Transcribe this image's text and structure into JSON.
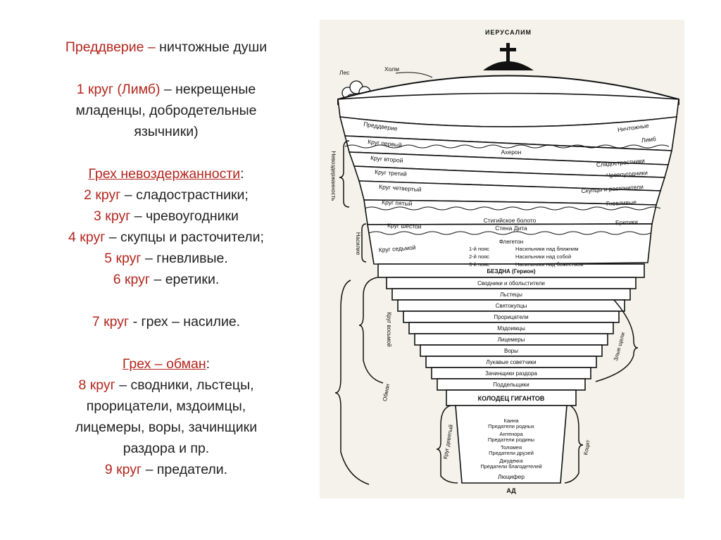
{
  "left_text": {
    "predverie": {
      "label": "Преддверие –",
      "desc": " ничтожные души"
    },
    "circle1": {
      "label": "1 круг (Лимб)",
      "desc_1": " – некрещеные",
      "desc_2": "младенцы, добродетельные",
      "desc_3": "язычники)"
    },
    "incontinence": {
      "title": "Грех невоздержанности",
      "colon": ":"
    },
    "circle2": {
      "label": "2 круг",
      "desc": " – сладострастники;"
    },
    "circle3": {
      "label": "3 круг",
      "desc": " – чревоугодники"
    },
    "circle4": {
      "label": "4 круг",
      "desc": " – скупцы и расточители;"
    },
    "circle5": {
      "label": "5 круг",
      "desc": " – гневливые."
    },
    "circle6": {
      "label": "6 круг",
      "desc": " – еретики."
    },
    "circle7": {
      "label": "7 круг",
      "desc": " - грех – насилие."
    },
    "fraud": {
      "title": "Грех – обман",
      "colon": ":"
    },
    "circle8": {
      "label": "8 круг",
      "desc_1": " – сводники, льстецы,",
      "desc_2": "прорицатели, мздоимцы,",
      "desc_3": "лицемеры, воры, зачинщики",
      "desc_4": "раздора и пр."
    },
    "circle9": {
      "label": "9 круг",
      "desc": " – предатели."
    }
  },
  "diagram": {
    "top": {
      "jerusalem": "ИЕРУСАЛИМ",
      "hill": "Холм",
      "forest": "Лес",
      "bottom": "АД"
    },
    "circles": [
      {
        "left": "Преддверие",
        "right": "Ничтожные"
      },
      {
        "left": "Круг первый",
        "right": "Лимб"
      },
      {
        "left": "Круг второй",
        "right": "Сладострастники"
      },
      {
        "left": "Круг третий",
        "right": "Чревоугодники"
      },
      {
        "left": "Круг четвертый",
        "right": "Скупцы и расточители"
      },
      {
        "left": "Круг пятый",
        "right": "Гневливые"
      },
      {
        "left": "Круг шестой",
        "right": "Еретики"
      }
    ],
    "rivers": {
      "acheron": "Ахерон",
      "styx": "Стигийское болото",
      "dis": "Стена Дита"
    },
    "seventh": {
      "label": "Круг седьмой",
      "phlegethon": "Флегетон",
      "belts": [
        {
          "name": "1-й пояс",
          "desc": "Насильники над ближним"
        },
        {
          "name": "2-й пояс",
          "desc": "Насильники над собой"
        },
        {
          "name": "3-й пояс",
          "desc": "Насильники над божеством"
        }
      ]
    },
    "abyss": "БЕЗДНА (Герион)",
    "bolgias": [
      "Сводники и обольстители",
      "Льстецы",
      "Святокупцы",
      "Прорицатели",
      "Мздоимцы",
      "Лицемеры",
      "Воры",
      "Лукавые советчики",
      "Зачинщики раздора",
      "Поддельщики"
    ],
    "well": "КОЛОДЕЦ ГИГАНТОВ",
    "ninth": {
      "zones": [
        {
          "name": "Каина",
          "desc": "Предатели родных"
        },
        {
          "name": "Антенора",
          "desc": "Предатели родины"
        },
        {
          "name": "Толомея",
          "desc": "Предатели друзей"
        },
        {
          "name": "Джудекка",
          "desc": "Предатели благодетелей"
        }
      ],
      "lucifer": "Люцифер"
    },
    "side_labels": {
      "incontinence": "Невоздержанность",
      "violence": "Насилие",
      "eighth": "Круг восьмой",
      "fraud": "Обман",
      "ninth": "Круг девятый",
      "malebolge": "Злые щели",
      "cocytus": "Коцит"
    }
  }
}
